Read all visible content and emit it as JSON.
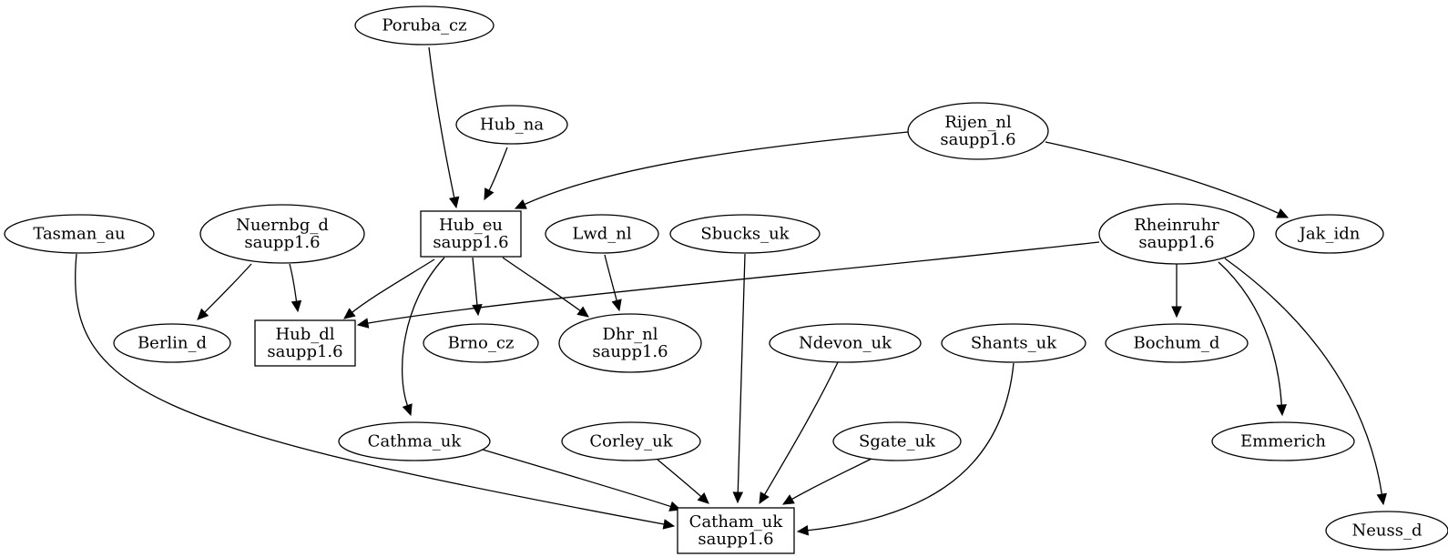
{
  "nodes": [
    {
      "id": "poruba_cz",
      "shape": "ellipse",
      "lines": [
        "Poruba_cz"
      ]
    },
    {
      "id": "hub_na",
      "shape": "ellipse",
      "lines": [
        "Hub_na"
      ]
    },
    {
      "id": "rijen_nl",
      "shape": "ellipse",
      "lines": [
        "Rijen_nl",
        "saupp1.6"
      ]
    },
    {
      "id": "tasman_au",
      "shape": "ellipse",
      "lines": [
        "Tasman_au"
      ]
    },
    {
      "id": "nuernbg_d",
      "shape": "ellipse",
      "lines": [
        "Nuernbg_d",
        "saupp1.6"
      ]
    },
    {
      "id": "hub_eu",
      "shape": "box",
      "lines": [
        "Hub_eu",
        "saupp1.6"
      ]
    },
    {
      "id": "lwd_nl",
      "shape": "ellipse",
      "lines": [
        "Lwd_nl"
      ]
    },
    {
      "id": "sbucks_uk",
      "shape": "ellipse",
      "lines": [
        "Sbucks_uk"
      ]
    },
    {
      "id": "rheinruhr",
      "shape": "ellipse",
      "lines": [
        "Rheinruhr",
        "saupp1.6"
      ]
    },
    {
      "id": "jak_idn",
      "shape": "ellipse",
      "lines": [
        "Jak_idn"
      ]
    },
    {
      "id": "berlin_d",
      "shape": "ellipse",
      "lines": [
        "Berlin_d"
      ]
    },
    {
      "id": "hub_dl",
      "shape": "box",
      "lines": [
        "Hub_dl",
        "saupp1.6"
      ]
    },
    {
      "id": "brno_cz",
      "shape": "ellipse",
      "lines": [
        "Brno_cz"
      ]
    },
    {
      "id": "dhr_nl",
      "shape": "ellipse",
      "lines": [
        "Dhr_nl",
        "saupp1.6"
      ]
    },
    {
      "id": "ndevon_uk",
      "shape": "ellipse",
      "lines": [
        "Ndevon_uk"
      ]
    },
    {
      "id": "shants_uk",
      "shape": "ellipse",
      "lines": [
        "Shants_uk"
      ]
    },
    {
      "id": "bochum_d",
      "shape": "ellipse",
      "lines": [
        "Bochum_d"
      ]
    },
    {
      "id": "cathma_uk",
      "shape": "ellipse",
      "lines": [
        "Cathma_uk"
      ]
    },
    {
      "id": "corley_uk",
      "shape": "ellipse",
      "lines": [
        "Corley_uk"
      ]
    },
    {
      "id": "sgate_uk",
      "shape": "ellipse",
      "lines": [
        "Sgate_uk"
      ]
    },
    {
      "id": "emmerich",
      "shape": "ellipse",
      "lines": [
        "Emmerich"
      ]
    },
    {
      "id": "catham_uk",
      "shape": "box",
      "lines": [
        "Catham_uk",
        "saupp1.6"
      ]
    },
    {
      "id": "neuss_d",
      "shape": "ellipse",
      "lines": [
        "Neuss_d"
      ]
    }
  ],
  "edges": [
    {
      "from": "poruba_cz",
      "to": "hub_eu"
    },
    {
      "from": "hub_na",
      "to": "hub_eu"
    },
    {
      "from": "rijen_nl",
      "to": "hub_eu"
    },
    {
      "from": "rijen_nl",
      "to": "jak_idn"
    },
    {
      "from": "nuernbg_d",
      "to": "berlin_d"
    },
    {
      "from": "nuernbg_d",
      "to": "hub_dl"
    },
    {
      "from": "hub_eu",
      "to": "hub_dl"
    },
    {
      "from": "hub_eu",
      "to": "brno_cz"
    },
    {
      "from": "hub_eu",
      "to": "dhr_nl"
    },
    {
      "from": "hub_eu",
      "to": "cathma_uk"
    },
    {
      "from": "lwd_nl",
      "to": "dhr_nl"
    },
    {
      "from": "rheinruhr",
      "to": "hub_dl"
    },
    {
      "from": "rheinruhr",
      "to": "bochum_d"
    },
    {
      "from": "rheinruhr",
      "to": "emmerich"
    },
    {
      "from": "rheinruhr",
      "to": "neuss_d"
    },
    {
      "from": "tasman_au",
      "to": "catham_uk"
    },
    {
      "from": "sbucks_uk",
      "to": "catham_uk"
    },
    {
      "from": "ndevon_uk",
      "to": "catham_uk"
    },
    {
      "from": "shants_uk",
      "to": "catham_uk"
    },
    {
      "from": "cathma_uk",
      "to": "catham_uk"
    },
    {
      "from": "corley_uk",
      "to": "catham_uk"
    },
    {
      "from": "sgate_uk",
      "to": "catham_uk"
    }
  ]
}
